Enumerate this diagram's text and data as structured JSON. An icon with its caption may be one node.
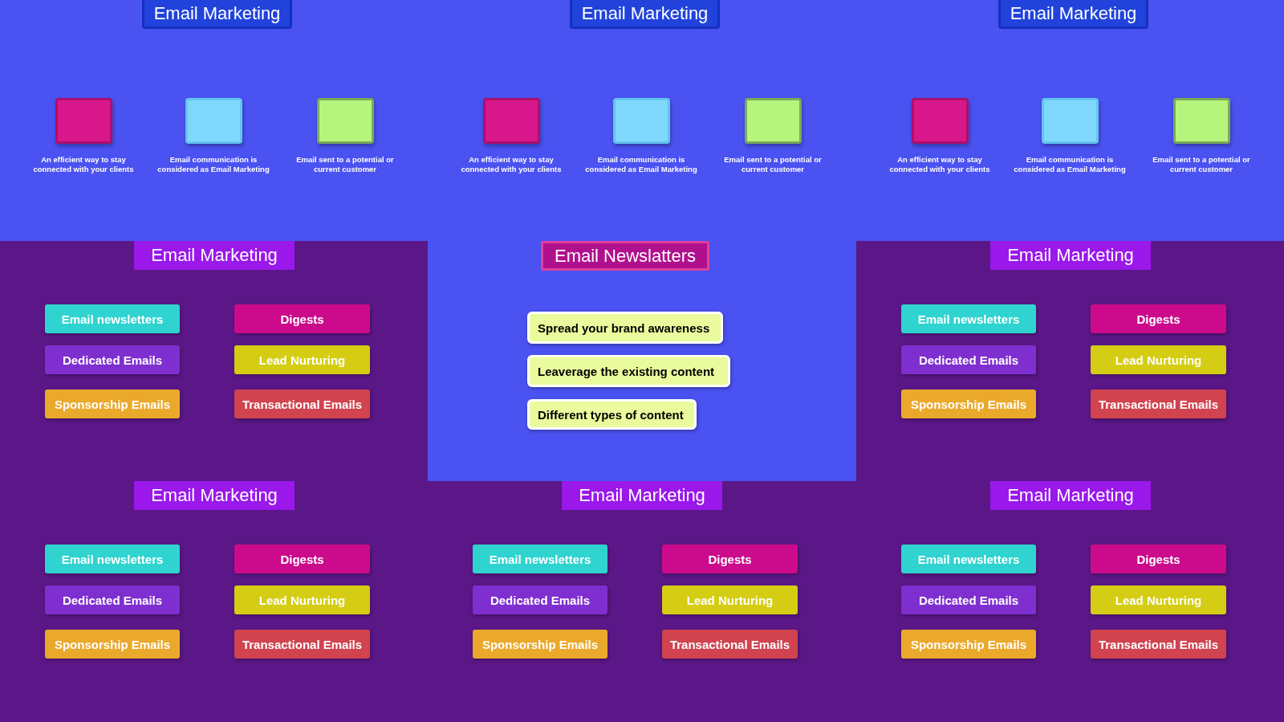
{
  "diagram": {
    "nodes": [
      {
        "text": [],
        "shape": "box"
      },
      {
        "text": [
          "Email Marketing"
        ],
        "in": 0
      },
      {
        "text": [],
        "shape": "box",
        "in": 0,
        "beside": [
          "An efficient way to stay connected with your clients"
        ]
      },
      {
        "text": [],
        "shape": "box",
        "in": 0,
        "beside": [
          "Email communication is considered as Email Marketing"
        ]
      },
      {
        "text": [],
        "shape": "box",
        "in": 0,
        "beside": [
          "Email sent to a potential or current customer"
        ]
      },
      {
        "text": [],
        "shape": "box"
      },
      {
        "text": [
          "Email Marketing"
        ],
        "in": 5
      },
      {
        "text": [],
        "shape": "box",
        "in": 5,
        "beside": [
          "An efficient way to stay connected with your clients"
        ]
      },
      {
        "text": [],
        "shape": "box",
        "in": 5,
        "beside": [
          "Email communication is considered as Email Marketing"
        ]
      },
      {
        "text": [],
        "shape": "box",
        "in": 5,
        "beside": [
          "Email sent to a potential or current customer"
        ]
      },
      {
        "text": [],
        "shape": "box"
      },
      {
        "text": [
          "Email Marketing"
        ],
        "in": 10
      },
      {
        "text": [],
        "shape": "box",
        "in": 10,
        "beside": [
          "An efficient way to stay connected with your clients"
        ]
      },
      {
        "text": [],
        "shape": "box",
        "in": 10,
        "beside": [
          "Email communication is considered as Email Marketing"
        ]
      },
      {
        "text": [],
        "shape": "box",
        "in": 10,
        "beside": [
          "Email sent to a potential or current customer"
        ]
      },
      {
        "text": [],
        "shape": "box"
      },
      {
        "text": [
          "Email Marketing"
        ],
        "in": 15
      },
      {
        "text": [
          "Email newsletters"
        ],
        "in": 15
      },
      {
        "text": [
          "Digests"
        ],
        "in": 15
      },
      {
        "text": [
          "Dedicated Emails"
        ],
        "in": 15
      },
      {
        "text": [
          "Lead Nurturing"
        ],
        "in": 15
      },
      {
        "text": [
          "Sponsorship Emails"
        ],
        "in": 15
      },
      {
        "text": [
          "Transactional Emails"
        ],
        "in": 15
      },
      {
        "text": [],
        "shape": "box"
      },
      {
        "text": [
          "Email Newslatters"
        ],
        "in": 23
      },
      {
        "text": [
          "Spread your brand awareness"
        ],
        "in": 23
      },
      {
        "text": [
          "Leaverage the existing content"
        ],
        "in": 23
      },
      {
        "text": [
          "Different types of content"
        ],
        "in": 23
      },
      {
        "text": [],
        "shape": "box"
      },
      {
        "text": [
          "Email Marketing"
        ],
        "in": 28
      },
      {
        "text": [
          "Email newsletters"
        ],
        "in": 28
      },
      {
        "text": [
          "Digests"
        ],
        "in": 28
      },
      {
        "text": [
          "Dedicated Emails"
        ],
        "in": 28
      },
      {
        "text": [
          "Lead Nurturing"
        ],
        "in": 28
      },
      {
        "text": [
          "Sponsorship Emails"
        ],
        "in": 28
      },
      {
        "text": [
          "Transactional Emails"
        ],
        "in": 28
      },
      {
        "text": [],
        "shape": "box"
      },
      {
        "text": [
          "Email Marketing"
        ],
        "in": 36
      },
      {
        "text": [
          "Email newsletters"
        ],
        "in": 36
      },
      {
        "text": [
          "Digests"
        ],
        "in": 36
      },
      {
        "text": [
          "Dedicated Emails"
        ],
        "in": 36
      },
      {
        "text": [
          "Lead Nurturing"
        ],
        "in": 36
      },
      {
        "text": [
          "Sponsorship Emails"
        ],
        "in": 36
      },
      {
        "text": [
          "Transactional Emails"
        ],
        "in": 36
      },
      {
        "text": [],
        "shape": "box"
      },
      {
        "text": [
          "Email Marketing"
        ],
        "in": 44
      },
      {
        "text": [
          "Email newsletters"
        ],
        "in": 44
      },
      {
        "text": [
          "Digests"
        ],
        "in": 44
      },
      {
        "text": [
          "Dedicated Emails"
        ],
        "in": 44
      },
      {
        "text": [
          "Lead Nurturing"
        ],
        "in": 44
      },
      {
        "text": [
          "Sponsorship Emails"
        ],
        "in": 44
      },
      {
        "text": [
          "Transactional Emails"
        ],
        "in": 44
      },
      {
        "text": [],
        "shape": "box"
      },
      {
        "text": [
          "Email Marketing"
        ],
        "in": 52
      },
      {
        "text": [
          "Email newsletters"
        ],
        "in": 52
      },
      {
        "text": [
          "Digests"
        ],
        "in": 52
      },
      {
        "text": [
          "Dedicated Emails"
        ],
        "in": 52
      },
      {
        "text": [
          "Lead Nurturing"
        ],
        "in": 52
      },
      {
        "text": [
          "Sponsorship Emails"
        ],
        "in": 52
      },
      {
        "text": [
          "Transactional Emails"
        ],
        "in": 52
      }
    ]
  }
}
